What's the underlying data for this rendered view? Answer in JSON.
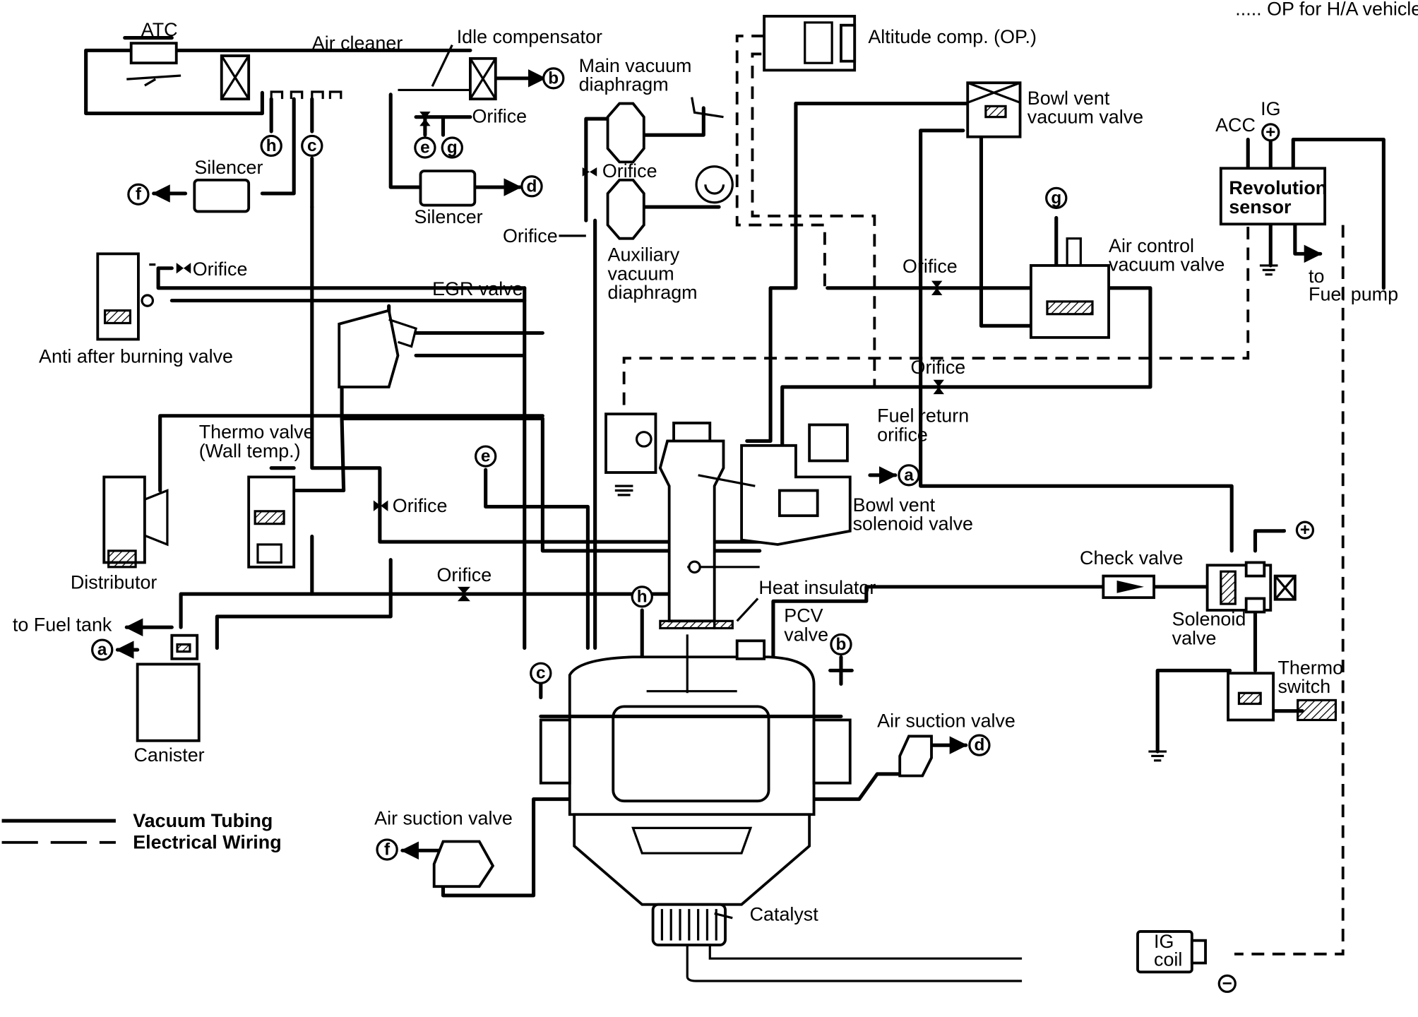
{
  "header": {
    "note": "..... OP for H/A vehicle"
  },
  "labels": {
    "atc": "ATC",
    "air_cleaner": "Air cleaner",
    "idle_compensator": "Idle compensator",
    "main_vacuum_diaphragm_1": "Main vacuum",
    "main_vacuum_diaphragm_2": "diaphragm",
    "altitude_comp": "Altitude comp. (OP.)",
    "bowl_vent_vacuum_valve_1": "Bowl vent",
    "bowl_vent_vacuum_valve_2": "vacuum valve",
    "acc": "ACC",
    "ig": "IG",
    "revolution_sensor_1": "Revolution",
    "revolution_sensor_2": "sensor",
    "orifice_idle": "Orifice",
    "orifice_main": "Orifice",
    "orifice_aux": "Orifice",
    "silencer_left": "Silencer",
    "silencer_center": "Silencer",
    "auxiliary_vacuum_diaphragm_1": "Auxiliary",
    "auxiliary_vacuum_diaphragm_2": "vacuum",
    "auxiliary_vacuum_diaphragm_3": "diaphragm",
    "orifice_anti": "Orifice",
    "anti_after_burning_valve": "Anti after burning valve",
    "egr_valve": "EGR valve",
    "air_control_vacuum_valve_1": "Air control",
    "air_control_vacuum_valve_2": "vacuum valve",
    "orifice_top": "Orifice",
    "orifice_mid": "Orifice",
    "to_fuel_pump_1": "to",
    "to_fuel_pump_2": "Fuel pump",
    "fuel_return_orifice_1": "Fuel return",
    "fuel_return_orifice_2": "orifice",
    "thermo_valve_1": "Thermo valve",
    "thermo_valve_2": "(Wall temp.)",
    "orifice_thermo": "Orifice",
    "bowl_vent_solenoid_valve_1": "Bowl vent",
    "bowl_vent_solenoid_valve_2": "solenoid valve",
    "distributor": "Distributor",
    "check_valve": "Check valve",
    "heat_insulator": "Heat insulator",
    "orifice_canister": "Orifice",
    "to_fuel_tank": "to Fuel tank",
    "pcv_valve_1": "PCV",
    "pcv_valve_2": "valve",
    "solenoid_valve_1": "Solenoid",
    "solenoid_valve_2": "valve",
    "thermo_switch_1": "Thermo",
    "thermo_switch_2": "switch",
    "canister": "Canister",
    "air_suction_valve_right": "Air suction valve",
    "air_suction_valve_left": "Air suction valve",
    "catalyst": "Catalyst",
    "ig_coil_1": "IG",
    "ig_coil_2": "coil"
  },
  "legend": {
    "vacuum_tubing": "Vacuum Tubing",
    "electrical_wiring": "Electrical Wiring"
  },
  "connectors": {
    "a": "a",
    "b": "b",
    "c": "c",
    "d": "d",
    "e": "e",
    "f": "f",
    "g": "g",
    "h": "h"
  },
  "terminals": {
    "plus": "+",
    "minus": "−"
  }
}
